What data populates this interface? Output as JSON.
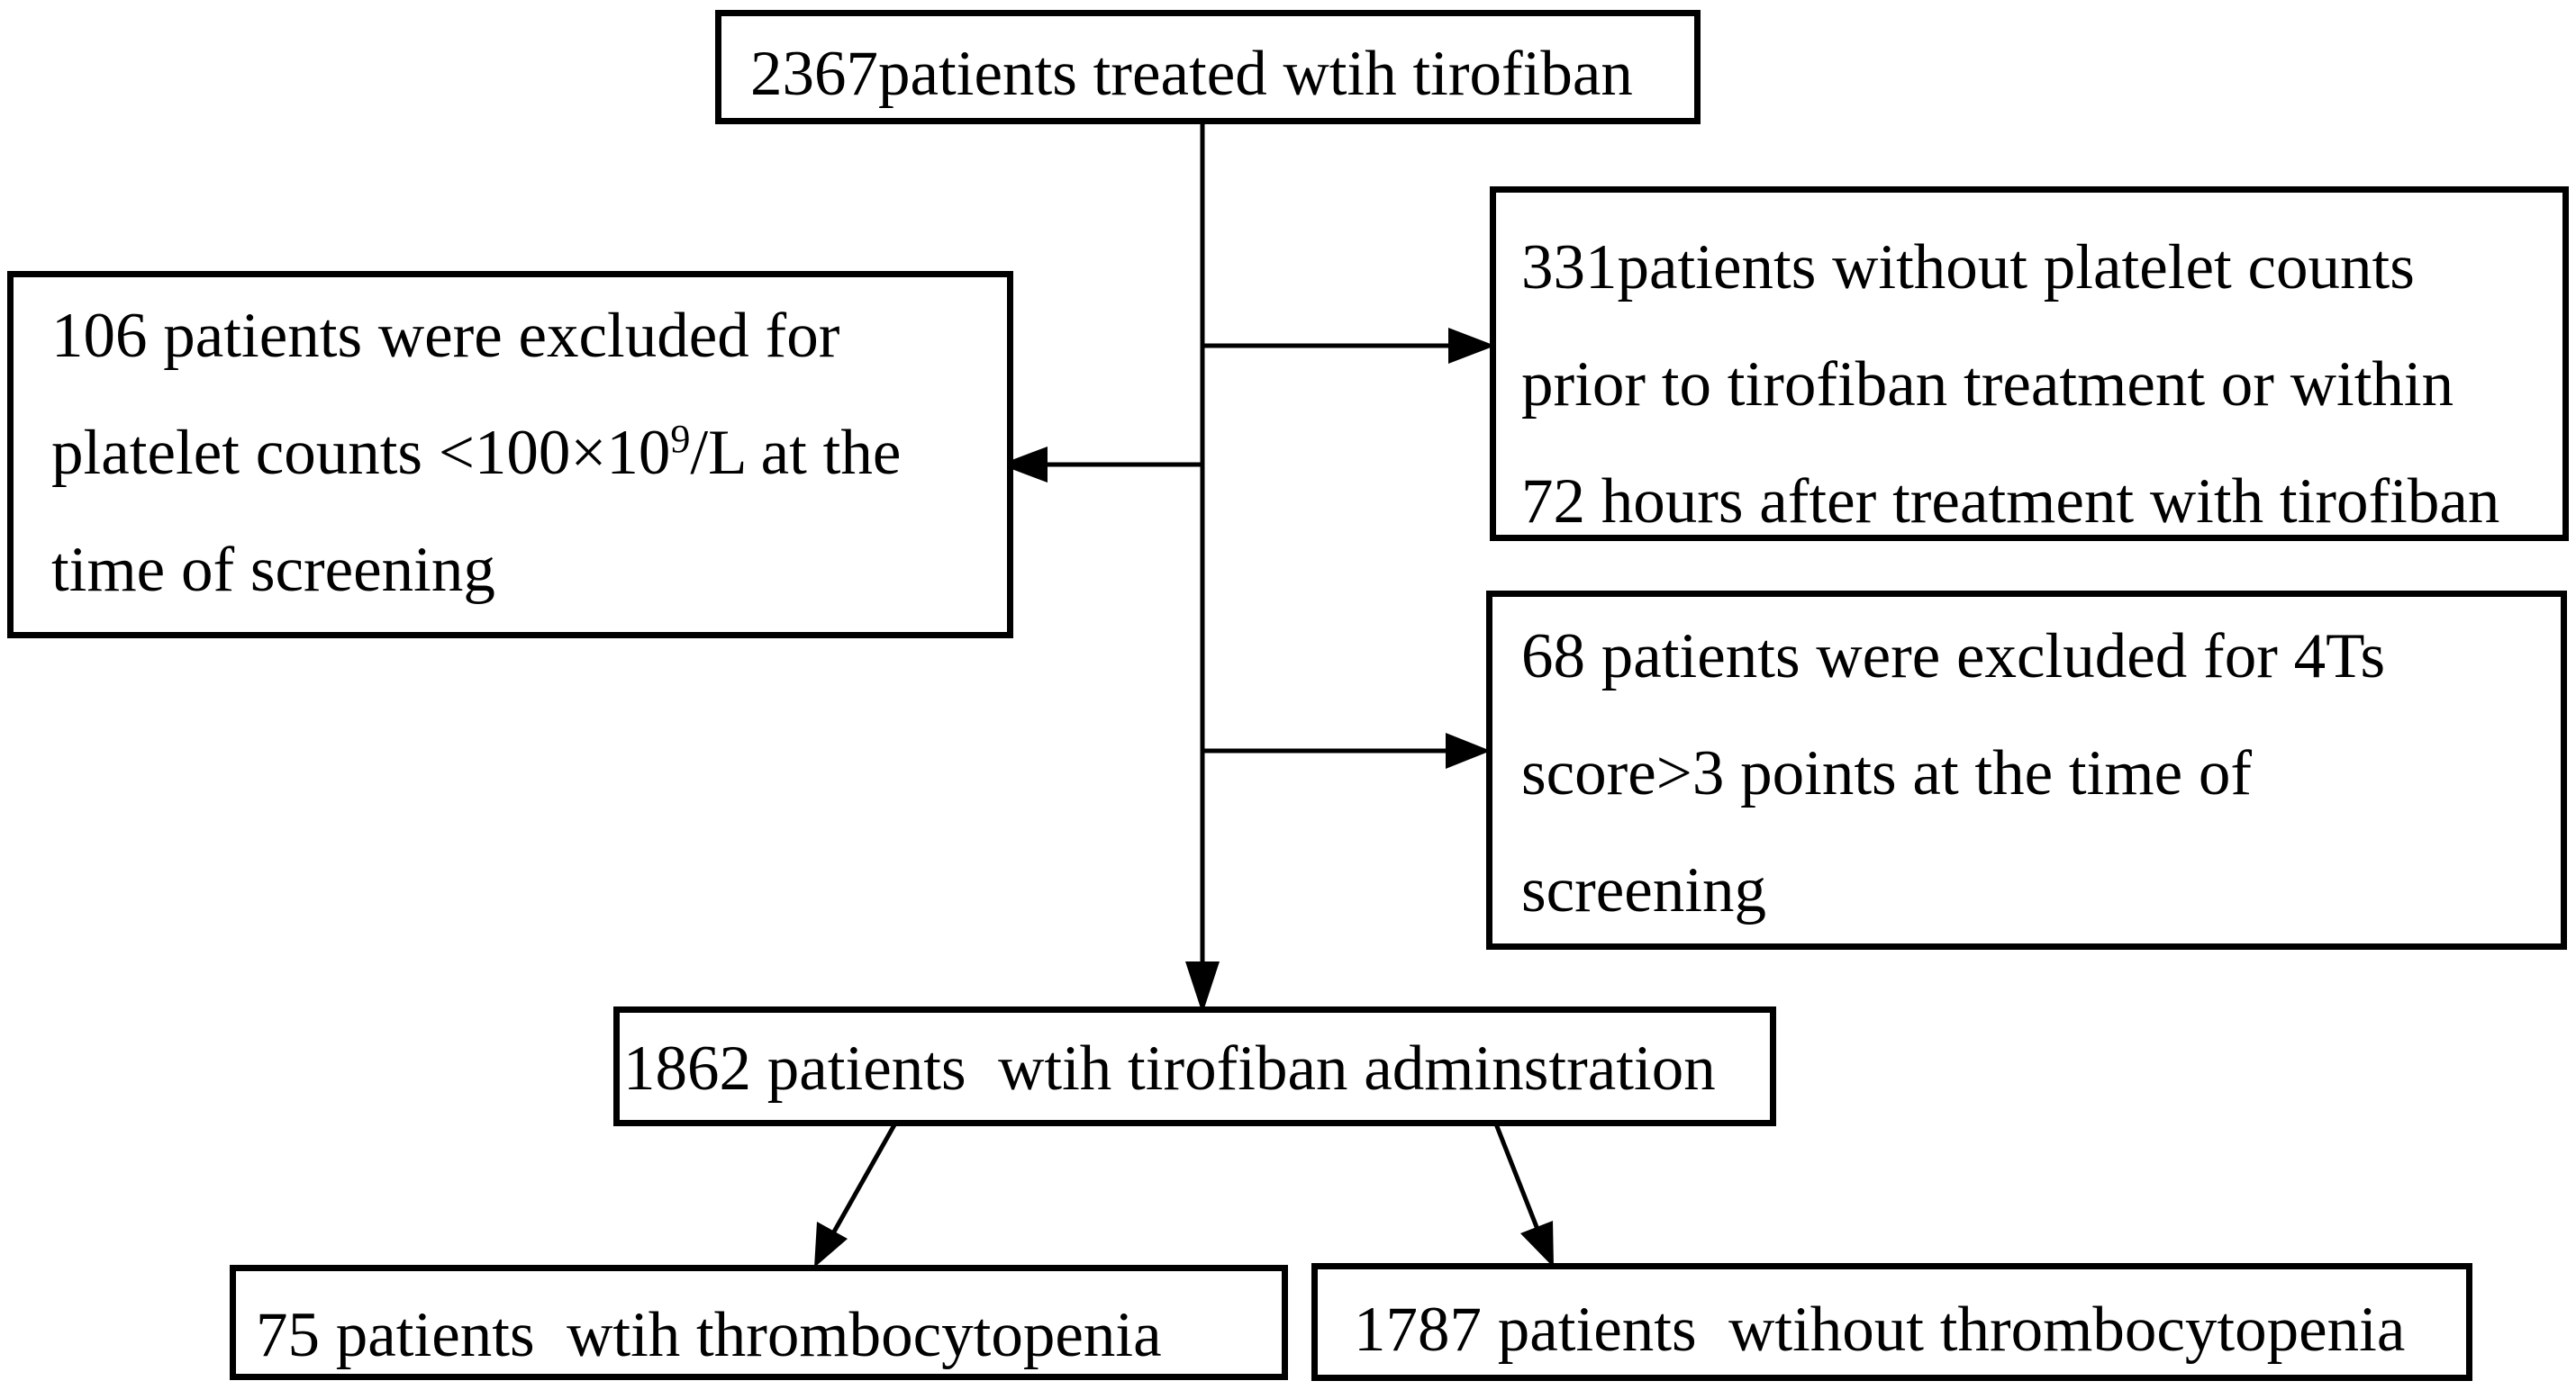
{
  "nodes": {
    "start": {
      "lines": [
        "2367patients treated wtih tirofiban"
      ]
    },
    "exclude_platelet": {
      "line1": "106 patients were excluded for",
      "line2_pre": "platelet counts <100×10",
      "line2_sup": "9",
      "line2_post": "/L at the",
      "line3": "time of screening"
    },
    "exclude_counts": {
      "lines": [
        "331patients without platelet counts",
        "prior to tirofiban treatment or within",
        "72 hours after treatment with tirofiban"
      ]
    },
    "exclude_4ts": {
      "lines": [
        "68 patients were excluded for 4Ts",
        "score>3 points at the time of",
        "screening"
      ]
    },
    "administration": {
      "lines": [
        "1862 patients  wtih tirofiban adminstration"
      ]
    },
    "with_tcp": {
      "lines": [
        "75 patients  wtih thrombocytopenia"
      ]
    },
    "without_tcp": {
      "lines": [
        "1787 patients  wtihout thrombocytopenia"
      ]
    }
  }
}
